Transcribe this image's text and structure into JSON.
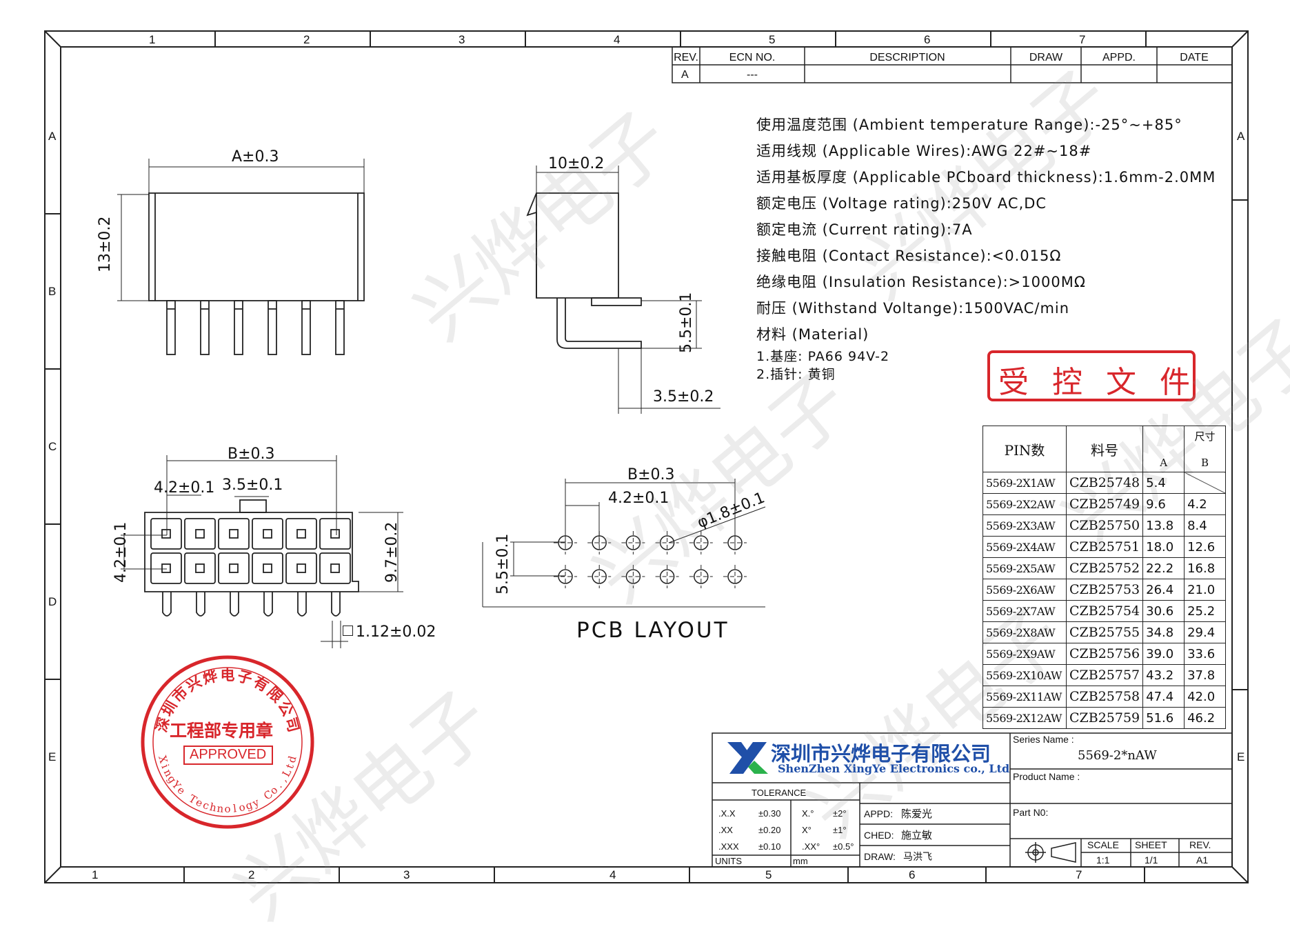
{
  "frame": {
    "top_zones": [
      "1",
      "2",
      "3",
      "4",
      "5",
      "6",
      "7"
    ],
    "bottom_zones": [
      "1",
      "2",
      "3",
      "4",
      "5",
      "6",
      "7"
    ],
    "left_zones": [
      "A",
      "B",
      "C",
      "D",
      "E"
    ],
    "right_zones": [
      "A",
      "E"
    ]
  },
  "revision_block": {
    "headers": [
      "REV.",
      "ECN  NO.",
      "DESCRIPTION",
      "DRAW",
      "APPD.",
      "DATE"
    ],
    "row": [
      "A",
      "---",
      "",
      "",
      "",
      ""
    ]
  },
  "specs": [
    "使用温度范围 (Ambient temperature Range):-25°~+85°",
    "适用线规  (Applicable Wires):AWG 22#~18#",
    "适用基板厚度 (Applicable PCboard thickness):1.6mm-2.0MM",
    "额定电压  (Voltage rating):250V AC,DC",
    "额定电流  (Current rating):7A",
    "接触电阻 (Contact Resistance):<0.015Ω",
    "绝缘电阻  (Insulation Resistance):>1000MΩ",
    "耐压 (Withstand Voltange):1500VAC/min",
    "材料  (Material)"
  ],
  "material_items": [
    "1.基座: PA66  94V-2",
    "2.插针:  黄铜"
  ],
  "controlled_stamp": "受 控 文 件",
  "dims": {
    "front_width": "A±0.3",
    "front_height": "13±0.2",
    "side_width": "10±0.2",
    "side_pin": "5.5±0.1",
    "side_offset": "3.5±0.2",
    "bottom_width": "B±0.3",
    "bottom_pitch": "4.2±0.1",
    "bottom_latch": "3.5±0.1",
    "bottom_row": "4.2±0.1",
    "bottom_height": "9.7±0.2",
    "bottom_pin": "1.12±0.02",
    "pcb_width": "B±0.3",
    "pcb_pitch": "4.2±0.1",
    "pcb_hole": "φ1.8±0.1",
    "pcb_row": "5.5±0.1"
  },
  "pcb_layout_label": "PCB LAYOUT",
  "pin_table": {
    "headers": {
      "pin": "PIN数",
      "part": "料号",
      "size": "尺寸",
      "a": "A",
      "b": "B"
    },
    "rows": [
      [
        "5569-2X1AW",
        "CZB25748",
        "5.4",
        ""
      ],
      [
        "5569-2X2AW",
        "CZB25749",
        "9.6",
        "4.2"
      ],
      [
        "5569-2X3AW",
        "CZB25750",
        "13.8",
        "8.4"
      ],
      [
        "5569-2X4AW",
        "CZB25751",
        "18.0",
        "12.6"
      ],
      [
        "5569-2X5AW",
        "CZB25752",
        "22.2",
        "16.8"
      ],
      [
        "5569-2X6AW",
        "CZB25753",
        "26.4",
        "21.0"
      ],
      [
        "5569-2X7AW",
        "CZB25754",
        "30.6",
        "25.2"
      ],
      [
        "5569-2X8AW",
        "CZB25755",
        "34.8",
        "29.4"
      ],
      [
        "5569-2X9AW",
        "CZB25756",
        "39.0",
        "33.6"
      ],
      [
        "5569-2X10AW",
        "CZB25757",
        "43.2",
        "37.8"
      ],
      [
        "5569-2X11AW",
        "CZB25758",
        "47.4",
        "42.0"
      ],
      [
        "5569-2X12AW",
        "CZB25759",
        "51.6",
        "46.2"
      ]
    ]
  },
  "title_block": {
    "company_cn": "深圳市兴烨电子有限公司",
    "company_en": "ShenZhen XingYe Electronics co., Ltd",
    "series_label": "Series Name :",
    "series_value": "5569-2*nAW",
    "product_label": "Product Name :",
    "part_label": "Part N0:",
    "tolerance_label": "TOLERANCE",
    "tol_rows": [
      [
        ".X.X",
        "±0.30",
        "X.°",
        "±2°"
      ],
      [
        ".XX",
        "±0.20",
        "X°",
        "±1°"
      ],
      [
        ".XXX",
        "±0.10",
        ".XX°",
        "±0.5°"
      ]
    ],
    "units_label": "UNITS",
    "units_value": "mm",
    "appd_label": "APPD:",
    "appd_value": "陈爱光",
    "ched_label": "CHED:",
    "ched_value": "施立敏",
    "draw_label": "DRAW:",
    "draw_value": "马洪飞",
    "scale_label": "SCALE",
    "scale_value": "1:1",
    "sheet_label": "SHEET",
    "sheet_value": "1/1",
    "rev_label": "REV.",
    "rev_value": "A1"
  },
  "seal": {
    "ring_top": "深圳市兴烨电子有限公司",
    "ring_bottom": "XingYe Technology Co.,Ltd",
    "inner": "工程部专用章",
    "approved": "APPROVED"
  },
  "watermark": "兴烨电子",
  "colors": {
    "stamp_red": "#d8262b",
    "logo_blue": "#1f4fa8",
    "logo_green": "#2bb24c",
    "line": "#222222"
  }
}
